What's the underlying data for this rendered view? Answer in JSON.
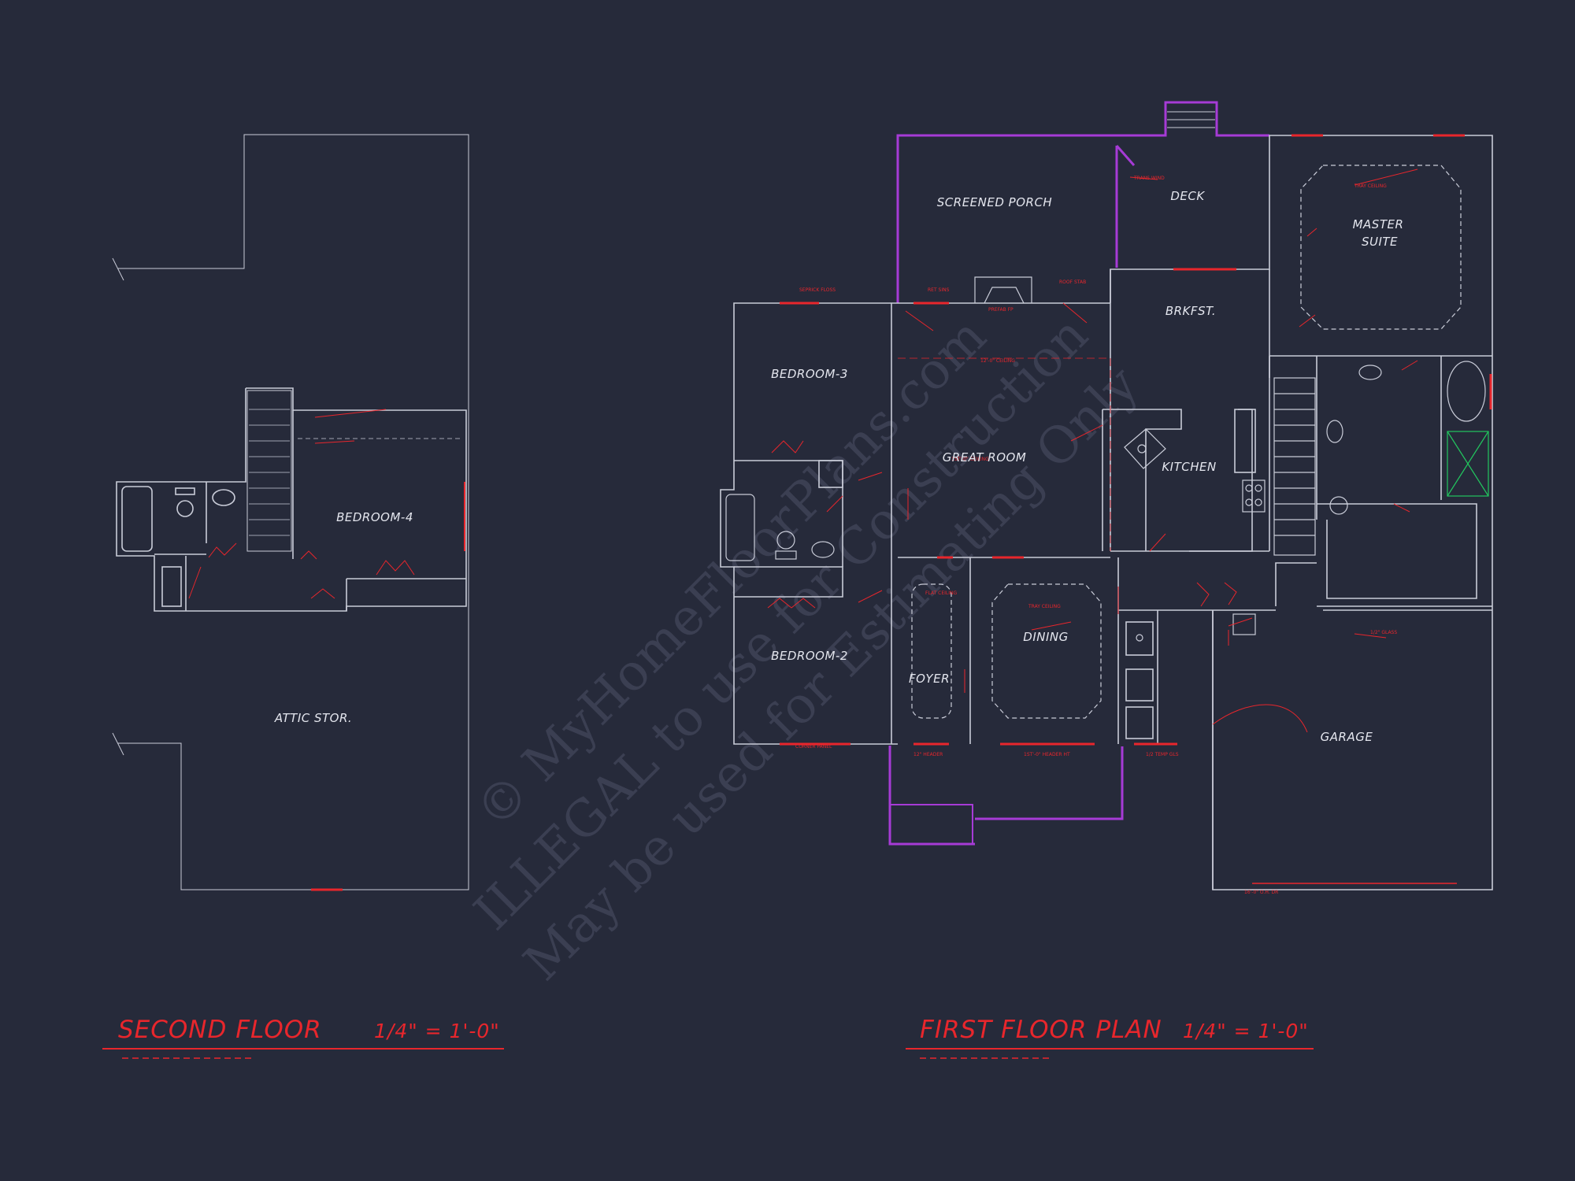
{
  "colors": {
    "background": "#262a3a",
    "wall": "#c9ccd8",
    "annotation": "#e8262c",
    "porch": "#a63bd6",
    "accent_green": "#22c55e",
    "watermark": "#3b3f52"
  },
  "icons": [
    "toilet-icon",
    "sink-icon",
    "bathtub-icon",
    "stairs-icon",
    "range-icon",
    "fireplace-icon",
    "shower-icon"
  ],
  "watermark": {
    "line1": "© MyHomeFloorPlans.com",
    "line2": "ILLEGAL to use for Construction",
    "line3": "May be used for Estimating Only"
  },
  "second_floor": {
    "title": "SECOND FLOOR",
    "scale": "1/4\" = 1'-0\"",
    "rooms": {
      "bedroom4": "BEDROOM-4",
      "attic": "ATTIC STOR."
    }
  },
  "first_floor": {
    "title": "FIRST FLOOR PLAN",
    "scale": "1/4\" = 1'-0\"",
    "rooms": {
      "screened_porch": "SCREENED PORCH",
      "deck": "DECK",
      "master_suite_1": "MASTER",
      "master_suite_2": "SUITE",
      "bedroom3": "BEDROOM-3",
      "brkfst": "BRKFST.",
      "great_room": "GREAT ROOM",
      "kitchen": "KITCHEN",
      "bedroom2": "BEDROOM-2",
      "foyer": "FOYER",
      "dining": "DINING",
      "garage": "GARAGE"
    }
  }
}
